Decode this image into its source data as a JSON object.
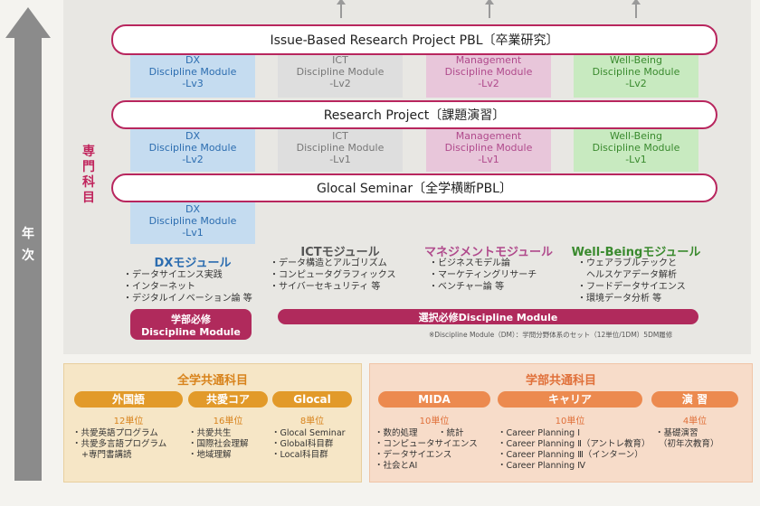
{
  "axis": {
    "label_char1": "年",
    "label_char2": "次"
  },
  "senmon": {
    "chars": [
      "専",
      "門",
      "科",
      "目"
    ]
  },
  "bands": {
    "pbl": "Issue-Based Research Project PBL〔卒業研究〕",
    "research": "Research Project〔課題演習〕",
    "glocal": "Glocal Seminar〔全学横断PBL〕"
  },
  "grid": {
    "row3": [
      [
        "DX",
        "Discipline Module",
        "-Lv3"
      ],
      [
        "ICT",
        "Discipline Module",
        "-Lv2"
      ],
      [
        "Management",
        "Discipline Module",
        "-Lv2"
      ],
      [
        "Well-Being",
        "Discipline Module",
        "-Lv2"
      ]
    ],
    "row2": [
      [
        "DX",
        "Discipline Module",
        "-Lv2"
      ],
      [
        "ICT",
        "Discipline Module",
        "-Lv1"
      ],
      [
        "Management",
        "Discipline Module",
        "-Lv1"
      ],
      [
        "Well-Being",
        "Discipline Module",
        "-Lv1"
      ]
    ],
    "row1": [
      [
        "DX",
        "Discipline Module",
        "-Lv1"
      ]
    ]
  },
  "modules": [
    {
      "title": "DXモジュール",
      "color": "#2c6db0",
      "items": [
        "データサイエンス実践",
        "インターネット",
        "デジタルイノベーション論 等"
      ]
    },
    {
      "title": "ICTモジュール",
      "color": "#555555",
      "items": [
        "データ構造とアルゴリズム",
        "コンピュータグラフィックス",
        "サイバーセキュリティ 等"
      ]
    },
    {
      "title": "マネジメントモジュール",
      "color": "#b04a8c",
      "items": [
        "ビジネスモデル論",
        "マーケティングリサーチ",
        "ベンチャー論 等"
      ]
    },
    {
      "title": "Well-Beingモジュール",
      "color": "#3a8a2e",
      "items": [
        "ウェアラブルテックと",
        "ヘルスケアデータ解析",
        "フードデータサイエンス",
        "環境データ分析 等"
      ]
    }
  ],
  "pills": {
    "required_line1": "学部必修",
    "required_line2": "Discipline Module",
    "elective": "選択必修Discipline Module"
  },
  "footnote": "※Discipline Module（DM）：学問分野体系のセット（12単位/1DM）5DM履修",
  "zengaku": {
    "title": "全学共通科目",
    "title_color": "#d8831c",
    "tags": [
      {
        "label": "外国語",
        "units": "12単位",
        "items": [
          "共愛英語プログラム",
          "共愛多言語プログラム",
          "+専門書講読"
        ]
      },
      {
        "label": "共愛コア",
        "units": "16単位",
        "items": [
          "共愛共生",
          "国際社会理解",
          "地域理解"
        ]
      },
      {
        "label": "Glocal",
        "units": "8単位",
        "items": [
          "Glocal Seminar",
          "Global科目群",
          "Local科目群"
        ]
      }
    ]
  },
  "gakubu": {
    "title": "学部共通科目",
    "title_color": "#e0703a",
    "tags": [
      {
        "label": "MIDA",
        "units": "10単位",
        "items": [
          "数的処理",
          "コンピュータサイエンス",
          "データサイエンス",
          "社会とAI"
        ],
        "extra": "統計"
      },
      {
        "label": "キャリア",
        "units": "10単位",
        "items": [
          "Career Planning Ⅰ",
          "Career Planning Ⅱ（アントレ教育）",
          "Career Planning Ⅲ（インターン）",
          "Career Planning Ⅳ"
        ]
      },
      {
        "label": "演 習",
        "units": "4単位",
        "items": [
          "基礎演習",
          "（初年次教育）"
        ]
      }
    ]
  },
  "colors": {
    "band_border": "#b8265e",
    "pill": "#b02a5c",
    "zengaku_tag": "#e29a2a",
    "gakubu_tag": "#ec8a4f"
  }
}
